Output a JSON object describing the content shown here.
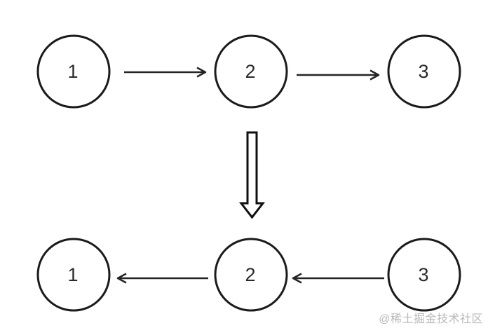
{
  "top_list": {
    "direction": "right",
    "nodes": [
      {
        "label": "1"
      },
      {
        "label": "2"
      },
      {
        "label": "3"
      }
    ]
  },
  "bottom_list": {
    "direction": "left",
    "nodes": [
      {
        "label": "1"
      },
      {
        "label": "2"
      },
      {
        "label": "3"
      }
    ]
  },
  "transform_arrow": {
    "icon": "hollow-down-arrow"
  },
  "watermark": {
    "text": "@稀土掘金技术社区"
  },
  "colors": {
    "line": "#1b1b1b",
    "node_fill": "#ffffff",
    "label": "#2b2b2b",
    "watermark": "#b9b9b9",
    "background": "#ffffff"
  }
}
